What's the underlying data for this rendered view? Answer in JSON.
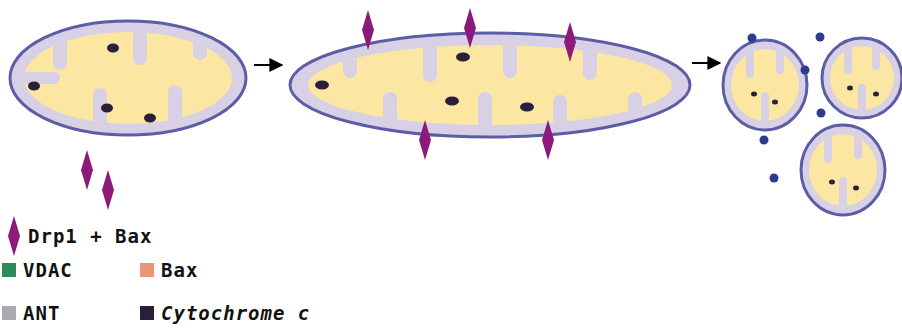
{
  "diagram": {
    "legend": [
      {
        "text": "Drp1 + Bax"
      },
      {
        "text": "VDAC",
        "color": "#2e8b57"
      },
      {
        "text": "Bax",
        "color": "#e8957a"
      },
      {
        "text": "ANT",
        "color": "#a9a9b3"
      },
      {
        "text": "Cytochrome c",
        "color": "#2a1f3a"
      }
    ]
  }
}
